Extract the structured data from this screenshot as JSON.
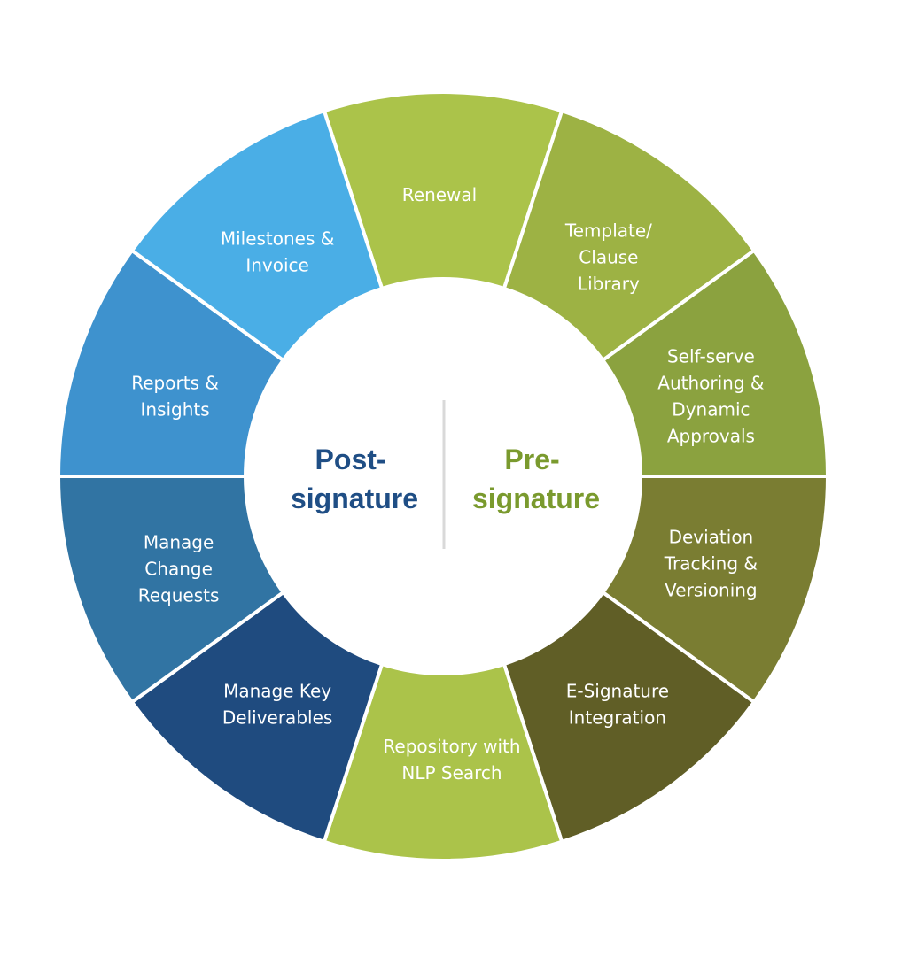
{
  "center": {
    "left_title": [
      "Post-",
      "signature"
    ],
    "right_title": [
      "Pre-",
      "signature"
    ],
    "left_color": "#1f4e85",
    "right_color": "#7a9a2e",
    "divider_color": "#d9d9d9"
  },
  "segments": [
    {
      "id": "renewal",
      "lines": [
        "Renewal"
      ],
      "color": "#abc34a"
    },
    {
      "id": "template-clause-library",
      "lines": [
        "Template/",
        "Clause",
        "Library"
      ],
      "color": "#9db244"
    },
    {
      "id": "self-serve-authoring",
      "lines": [
        "Self-serve",
        "Authoring &",
        "Dynamic",
        "Approvals"
      ],
      "color": "#8ba23f"
    },
    {
      "id": "deviation-tracking",
      "lines": [
        "Deviation",
        "Tracking &",
        "Versioning"
      ],
      "color": "#7a7d32"
    },
    {
      "id": "e-signature-integration",
      "lines": [
        "E-Signature",
        "Integration"
      ],
      "color": "#605e26"
    },
    {
      "id": "repository-nlp-search",
      "lines": [
        "Repository with",
        "NLP Search"
      ],
      "color": "#abc34a"
    },
    {
      "id": "manage-key-deliverables",
      "lines": [
        "Manage Key",
        "Deliverables"
      ],
      "color": "#1f4b7f"
    },
    {
      "id": "manage-change-requests",
      "lines": [
        "Manage",
        "Change",
        "Requests"
      ],
      "color": "#3174a3"
    },
    {
      "id": "reports-insights",
      "lines": [
        "Reports &",
        "Insights"
      ],
      "color": "#3e92ce"
    },
    {
      "id": "milestones-invoice",
      "lines": [
        "Milestones &",
        "Invoice"
      ],
      "color": "#4aaee6"
    }
  ]
}
